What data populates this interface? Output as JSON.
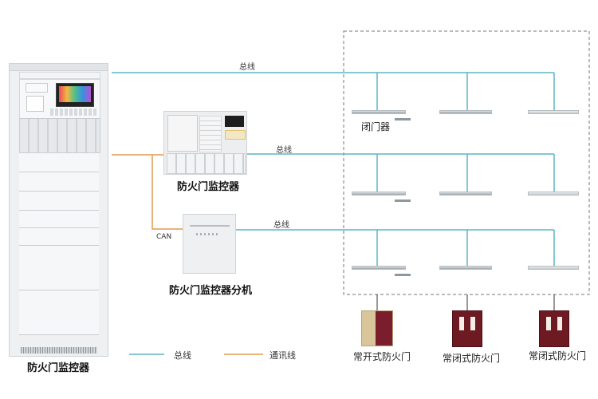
{
  "colors": {
    "bus_line": "#5bb6c4",
    "comm_line": "#e39a4e",
    "dashed_box": "#777777",
    "door_dark": "#6e1a22"
  },
  "devices": {
    "main_controller": {
      "label": "防火门监控器"
    },
    "sub_controller": {
      "label": "防火门监控器"
    },
    "sub_unit": {
      "label": "防火门监控器分机"
    }
  },
  "lines": {
    "bus_label_1": "总线",
    "bus_label_2": "总线",
    "bus_label_3": "总线",
    "can_label": "CAN"
  },
  "field": {
    "closer_label": "闭门器",
    "doors": [
      {
        "label": "常开式防火门",
        "icon": "open-door-photo"
      },
      {
        "label": "常闭式防火门",
        "icon": "double-door"
      },
      {
        "label": "常闭式防火门",
        "icon": "double-door"
      }
    ]
  },
  "legend": [
    {
      "label": "总线",
      "color": "#5bb6c4"
    },
    {
      "label": "通讯线",
      "color": "#e39a4e"
    }
  ]
}
